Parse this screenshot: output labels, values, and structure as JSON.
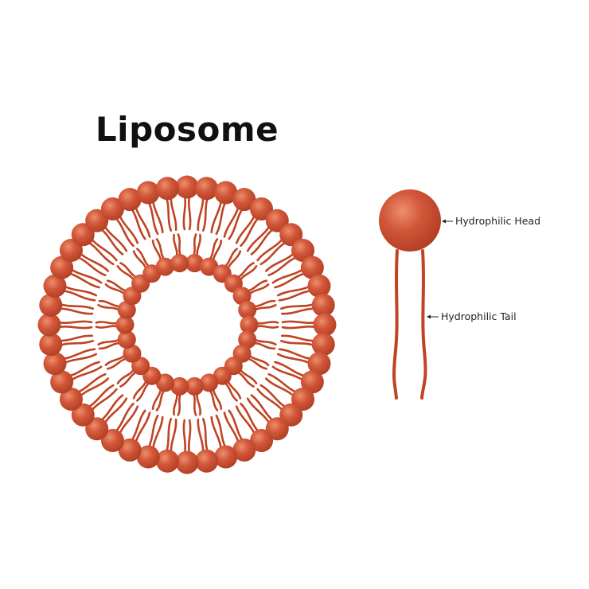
{
  "title": "Liposome",
  "labels": {
    "head": "Hydrophilic Head",
    "tail": "Hydrophilic Tail"
  },
  "colors": {
    "phospholipid": "#c84a2c",
    "phospholipid_highlight": "#e98865",
    "phospholipid_shadow": "#a5341c",
    "tail": "#bf4424",
    "text": "#111111",
    "background": "#ffffff"
  }
}
